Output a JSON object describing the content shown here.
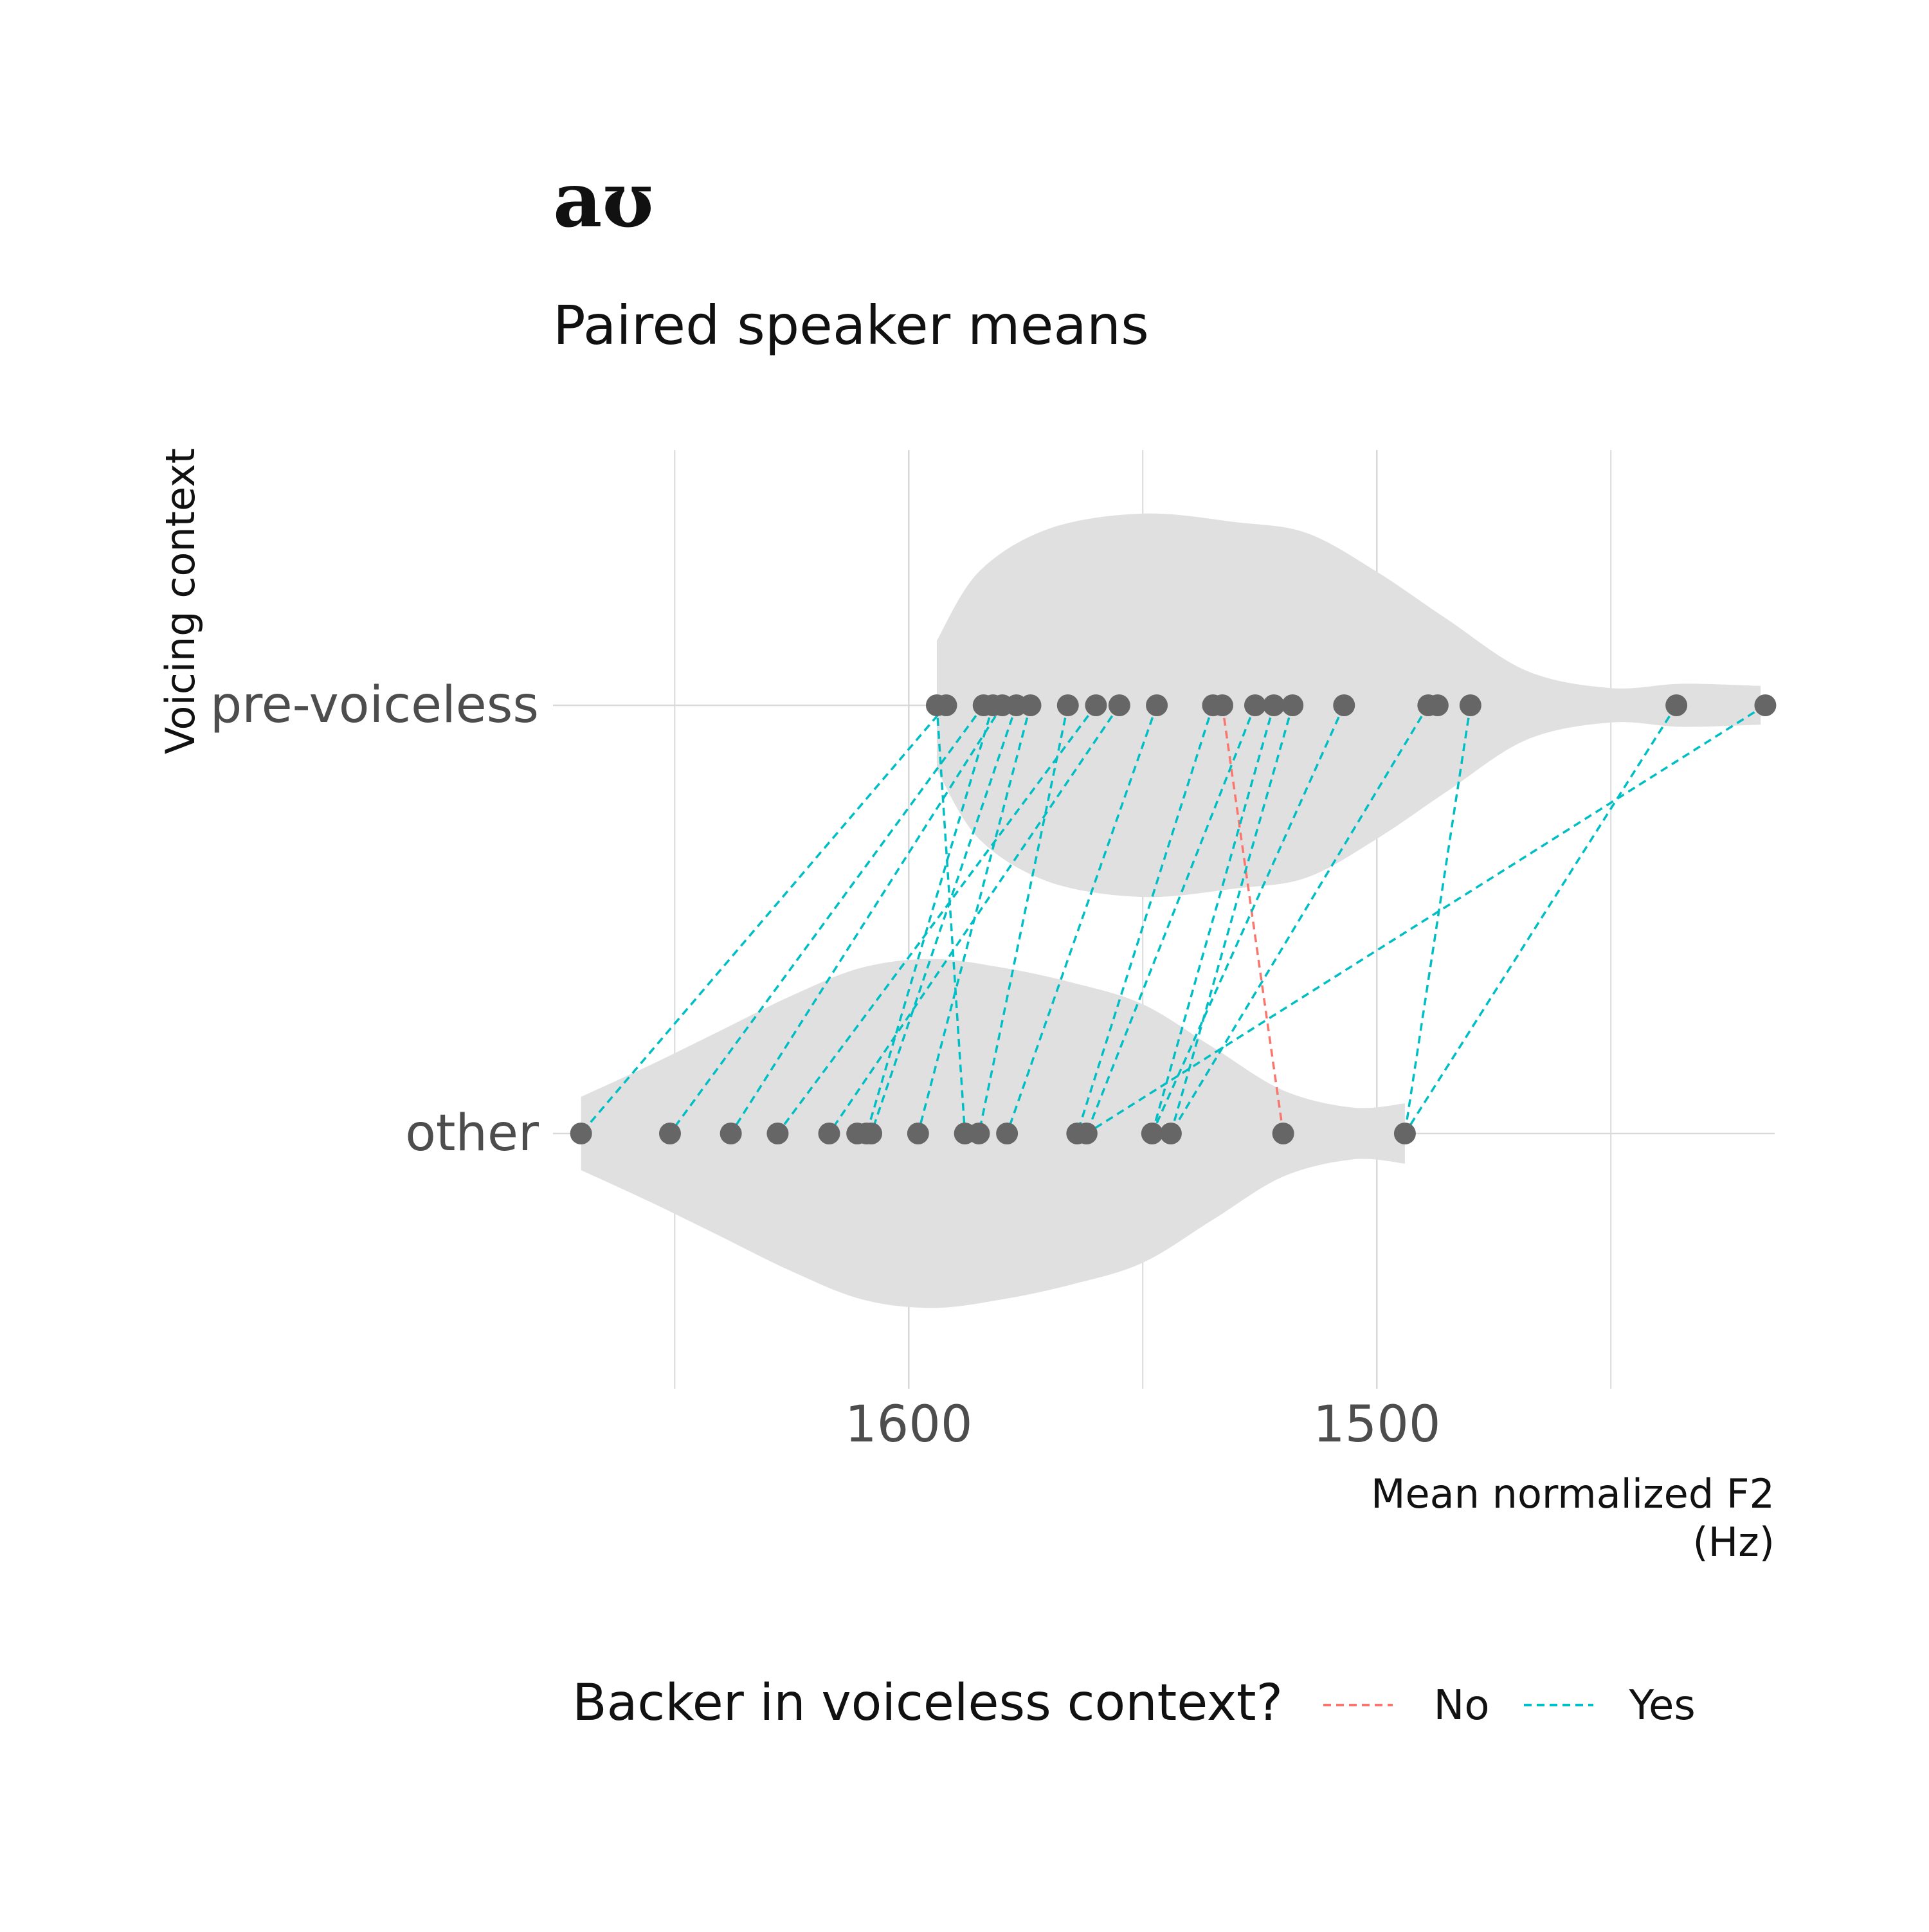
{
  "chart_data": {
    "type": "scatter",
    "title": "aʊ",
    "subtitle": "Paired speaker means",
    "xlabel_line1": "Mean normalized F2",
    "xlabel_line2": "(Hz)",
    "ylabel": "Voicing context",
    "x_axis": {
      "reversed": true,
      "xlim": [
        1676,
        1415
      ],
      "ticks": [
        1600,
        1500
      ],
      "minor_gridlines": [
        1650,
        1550,
        1450
      ]
    },
    "categories": [
      "other",
      "pre-voiceless"
    ],
    "pre_voiceless_values": [
      1594,
      1592,
      1584,
      1582,
      1580,
      1577,
      1574,
      1566,
      1560,
      1555,
      1547,
      1535,
      1533,
      1526,
      1522,
      1518,
      1507,
      1489,
      1487,
      1480,
      1436,
      1417
    ],
    "other_values": [
      1670,
      1651,
      1638,
      1628,
      1617,
      1611,
      1609,
      1608,
      1598,
      1588,
      1585,
      1579,
      1564,
      1562,
      1548,
      1544,
      1520,
      1494
    ],
    "pairs": [
      {
        "pre": 1594,
        "other": 1588,
        "backer": "Yes"
      },
      {
        "pre": 1592,
        "other": 1670,
        "backer": "Yes"
      },
      {
        "pre": 1584,
        "other": 1651,
        "backer": "Yes"
      },
      {
        "pre": 1582,
        "other": 1609,
        "backer": "Yes"
      },
      {
        "pre": 1580,
        "other": 1638,
        "backer": "Yes"
      },
      {
        "pre": 1577,
        "other": 1608,
        "backer": "Yes"
      },
      {
        "pre": 1574,
        "other": 1598,
        "backer": "Yes"
      },
      {
        "pre": 1566,
        "other": 1585,
        "backer": "Yes"
      },
      {
        "pre": 1560,
        "other": 1628,
        "backer": "Yes"
      },
      {
        "pre": 1555,
        "other": 1617,
        "backer": "Yes"
      },
      {
        "pre": 1547,
        "other": 1579,
        "backer": "Yes"
      },
      {
        "pre": 1535,
        "other": 1564,
        "backer": "Yes"
      },
      {
        "pre": 1533,
        "other": 1520,
        "backer": "No"
      },
      {
        "pre": 1526,
        "other": 1562,
        "backer": "Yes"
      },
      {
        "pre": 1522,
        "other": 1548,
        "backer": "Yes"
      },
      {
        "pre": 1518,
        "other": 1544,
        "backer": "Yes"
      },
      {
        "pre": 1507,
        "other": 1548,
        "backer": "Yes"
      },
      {
        "pre": 1489,
        "other": 1544,
        "backer": "Yes"
      },
      {
        "pre": 1480,
        "other": 1494,
        "backer": "Yes"
      },
      {
        "pre": 1436,
        "other": 1494,
        "backer": "Yes"
      },
      {
        "pre": 1417,
        "other": 1562,
        "backer": "Yes"
      }
    ],
    "violins": {
      "pre-voiceless": [
        [
          1594,
          0.3
        ],
        [
          1585,
          0.62
        ],
        [
          1570,
          0.82
        ],
        [
          1550,
          0.89
        ],
        [
          1530,
          0.85
        ],
        [
          1515,
          0.8
        ],
        [
          1500,
          0.62
        ],
        [
          1485,
          0.4
        ],
        [
          1468,
          0.16
        ],
        [
          1450,
          0.08
        ],
        [
          1435,
          0.1
        ],
        [
          1418,
          0.09
        ]
      ],
      "other": [
        [
          1670,
          0.17
        ],
        [
          1655,
          0.32
        ],
        [
          1640,
          0.48
        ],
        [
          1625,
          0.64
        ],
        [
          1610,
          0.77
        ],
        [
          1595,
          0.81
        ],
        [
          1580,
          0.77
        ],
        [
          1565,
          0.7
        ],
        [
          1550,
          0.6
        ],
        [
          1535,
          0.4
        ],
        [
          1520,
          0.2
        ],
        [
          1505,
          0.12
        ],
        [
          1494,
          0.14
        ]
      ]
    },
    "grid": true,
    "legend": {
      "title": "Backer in voiceless context?",
      "position": "bottom",
      "items": [
        {
          "label": "No",
          "color": "#F8766D"
        },
        {
          "label": "Yes",
          "color": "#00BFC4"
        }
      ]
    },
    "colors": {
      "point": "#666666",
      "violin": "#E0E0E0",
      "grid": "#D9D9D9"
    }
  }
}
